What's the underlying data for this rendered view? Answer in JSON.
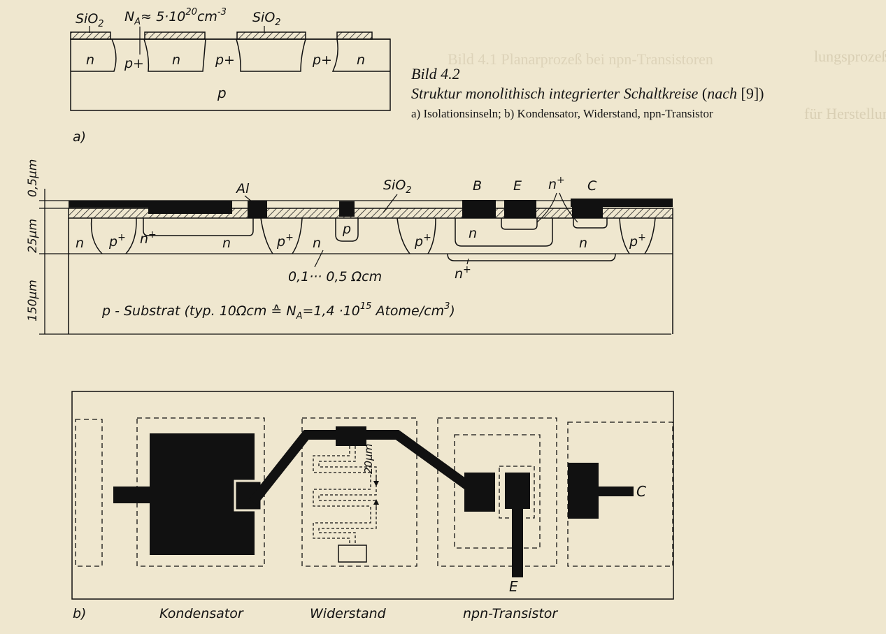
{
  "caption": {
    "figure_number": "Bild 4.2",
    "title": "Struktur monolithisch integrierter Schaltkreise",
    "title_suffix_open": " (",
    "title_suffix_italic": "nach",
    "title_suffix_ref": " [9]",
    "title_suffix_close": ")",
    "subtitle": "a) Isolationsinseln; b) Kondensator, Widerstand, npn-Transistor"
  },
  "fig_a": {
    "label": "a)",
    "sio2_left": "SiO",
    "sio2_left_sub": "2",
    "sio2_right": "SiO",
    "sio2_right_sub": "2",
    "na_label": "N",
    "na_sub": "A",
    "na_value": "≈ 5·10",
    "na_exp": "20",
    "na_unit": "cm",
    "na_unit_exp": "-3",
    "regions": [
      "n",
      "p+",
      "n",
      "p+",
      "p+",
      "n"
    ],
    "substrate": "p"
  },
  "fig_b1": {
    "dim_top": "0,5µm",
    "dim_mid": "25µm",
    "dim_bottom": "150µm",
    "al_label": "Al",
    "sio2_label": "SiO",
    "sio2_sub": "2",
    "b_label": "B",
    "e_label": "E",
    "nplus_top": "n",
    "c_label": "C",
    "regions": [
      "n",
      "p",
      "n",
      "n",
      "p",
      "n",
      "p",
      "p",
      "n",
      "p"
    ],
    "resistivity": "0,1··· 0,5 Ωcm",
    "buried_label": "n",
    "substrate_label": "p - Substrat (typ. 10Ωcm ≙ N",
    "substrate_sub": "A",
    "substrate_mid": "=1,4 ·10",
    "substrate_exp": "15",
    "substrate_end": " Atome/cm",
    "substrate_end_exp": "3",
    "substrate_close": ")"
  },
  "fig_b2": {
    "label": "b)",
    "dim_20um": "20µm",
    "terminal_c": "C",
    "terminal_e": "E",
    "sections": [
      "Kondensator",
      "Widerstand",
      "npn-Transistor"
    ]
  },
  "bleed_text": {
    "line1": "Bild 4.1   Planarprozeß bei npn-Transistoren",
    "line2": "lungsprozeß",
    "line3": "für Herstellung"
  }
}
